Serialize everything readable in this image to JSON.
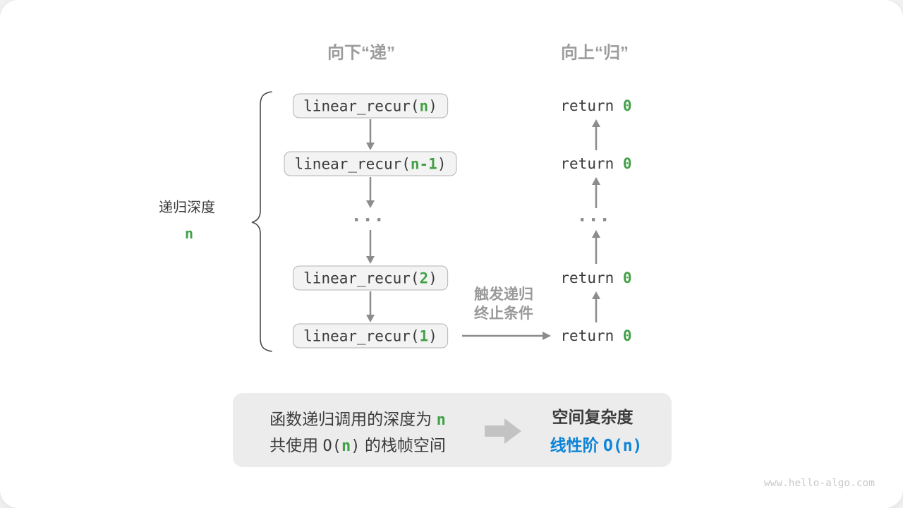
{
  "headers": {
    "down": "向下“递”",
    "up": "向上“归”"
  },
  "depth_label": {
    "text": "递归深度",
    "value": "n"
  },
  "call_stack": [
    {
      "prefix": "linear_recur(",
      "arg": "n",
      "suffix": ")"
    },
    {
      "prefix": "linear_recur(",
      "arg": "n-1",
      "suffix": ")"
    },
    {
      "prefix": "linear_recur(",
      "arg": "2",
      "suffix": ")"
    },
    {
      "prefix": "linear_recur(",
      "arg": "1",
      "suffix": ")"
    }
  ],
  "ellipsis": "···",
  "returns": [
    {
      "prefix": "return ",
      "value": "0"
    },
    {
      "prefix": "return ",
      "value": "0"
    },
    {
      "prefix": "return ",
      "value": "0"
    },
    {
      "prefix": "return ",
      "value": "0"
    }
  ],
  "trigger_label": {
    "line1": "触发递归",
    "line2": "终止条件"
  },
  "summary": {
    "left_line1": {
      "pre": "函数递归调用的深度为 ",
      "hl": "n"
    },
    "left_line2": {
      "pre": "共使用 ",
      "o": "O(",
      "hl": "n",
      "c": ")",
      "post": " 的栈帧空间"
    },
    "right_title": "空间复杂度",
    "right_result": {
      "label": "线性阶 ",
      "big_o": "O(n)"
    }
  },
  "watermark": "www.hello-algo.com",
  "colors": {
    "accent_green": "#43a047",
    "accent_blue": "#0c84d8",
    "arrow_gray": "#8c8c8c",
    "header_gray": "#9c9c9c",
    "box_fill": "#f3f3f3",
    "box_border": "#b3b3b3",
    "summary_bg": "#ececec"
  }
}
